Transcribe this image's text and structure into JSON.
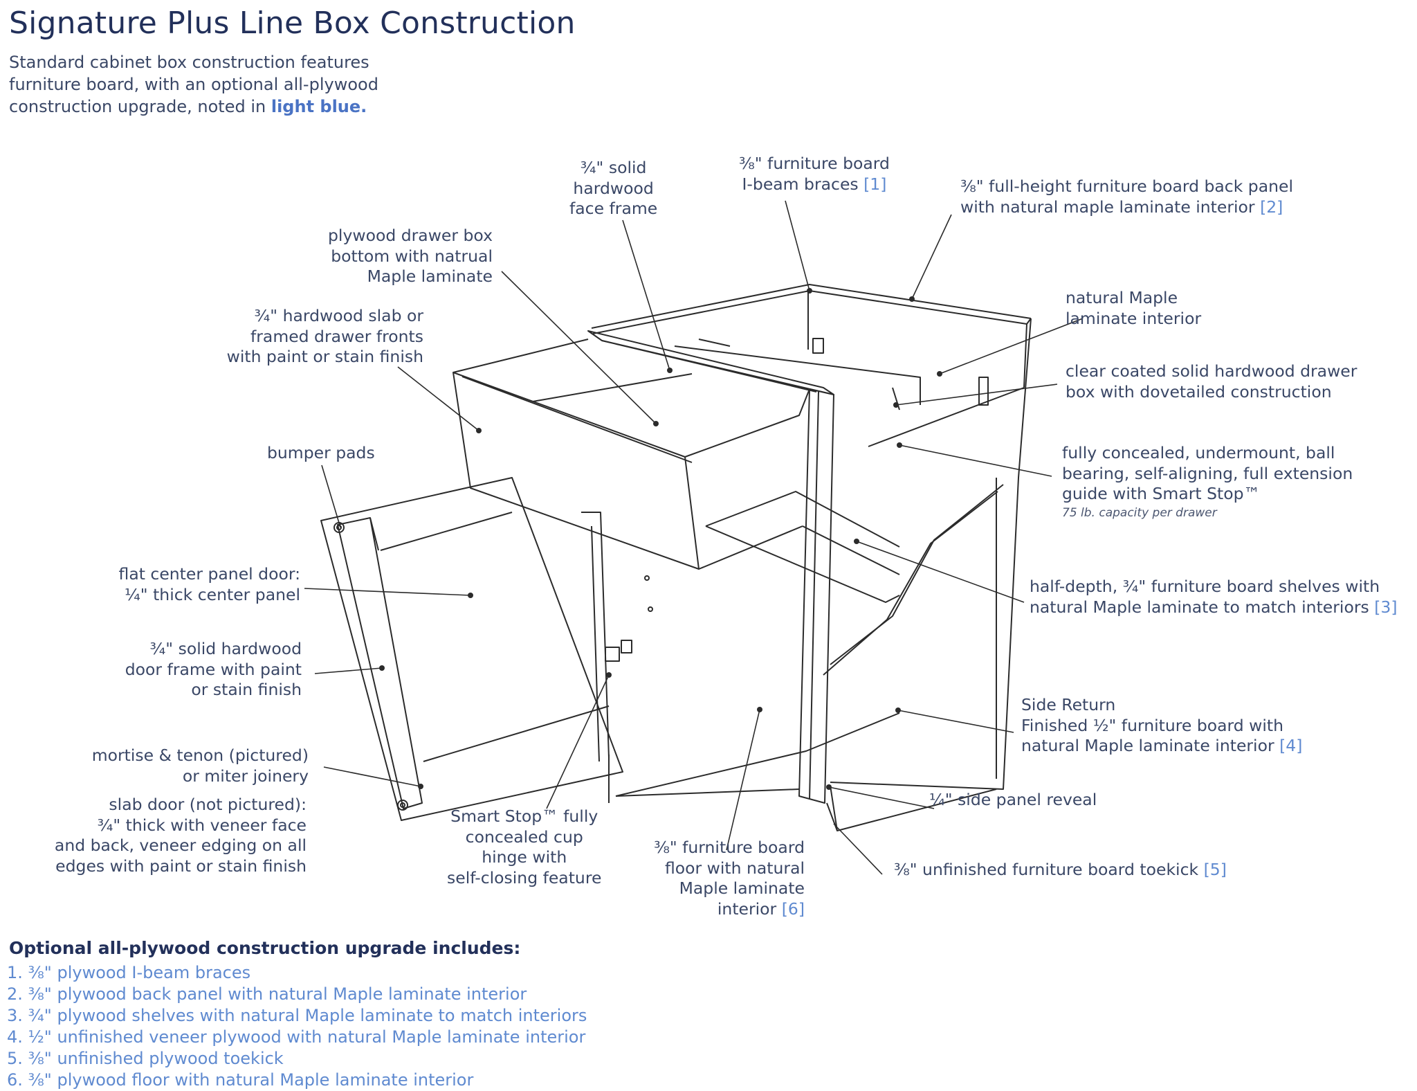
{
  "header": {
    "title": "Signature Plus Line Box Construction",
    "intro_line1": "Standard cabinet box construction features",
    "intro_line2": "furniture board, with an optional all-plywood",
    "intro_line3_prefix": "construction upgrade, noted in",
    "intro_highlight": "light blue."
  },
  "callouts": {
    "face_frame": [
      "¾\" solid",
      "hardwood",
      "face frame"
    ],
    "ibeam": {
      "lines": [
        "⅜\" furniture board",
        "I-beam braces"
      ],
      "ref": "[1]"
    },
    "back_panel": {
      "lines": [
        "⅜\" full-height furniture board back panel",
        "with natural maple laminate interior"
      ],
      "ref": "[2]"
    },
    "drawer_bottom": [
      "plywood drawer box",
      "bottom with natrual",
      "Maple laminate"
    ],
    "drawer_fronts": [
      "¾\" hardwood slab or",
      "framed drawer fronts",
      "with paint or stain finish"
    ],
    "maple_interior": [
      "natural Maple",
      "laminate interior"
    ],
    "drawer_box": [
      "clear coated solid hardwood drawer",
      "box with dovetailed construction"
    ],
    "bumper_pads": "bumper pads",
    "guides": {
      "lines": [
        "fully concealed, undermount, ball",
        "bearing, self-aligning, full extension",
        "guide with Smart Stop™"
      ],
      "note": "75 lb. capacity per drawer"
    },
    "center_panel": [
      "flat center panel door:",
      "¼\" thick center panel"
    ],
    "shelves": {
      "lines": [
        "half-depth, ¾\" furniture board shelves with",
        "natural Maple laminate to match interiors"
      ],
      "ref": "[3]"
    },
    "door_frame": [
      "¾\" solid hardwood",
      "door frame with paint",
      "or stain finish"
    ],
    "side_return": {
      "lines": [
        "Side Return",
        "Finished ½\" furniture board with",
        "natural Maple laminate interior"
      ],
      "ref": "[4]"
    },
    "joinery": [
      "mortise & tenon (pictured)",
      "or miter joinery"
    ],
    "side_reveal": "¼\" side panel reveal",
    "slab_door": [
      "slab door (not pictured):",
      "¾\" thick with veneer face",
      "and back, veneer edging on all",
      "edges with paint or stain finish"
    ],
    "hinge": [
      "Smart Stop™ fully",
      "concealed cup",
      "hinge with",
      "self-closing feature"
    ],
    "floor": {
      "lines": [
        "⅜\" furniture board",
        "floor with natural",
        "Maple laminate",
        "interior"
      ],
      "ref": "[6]"
    },
    "toekick": {
      "lines": [
        "⅜\" unfinished furniture board toekick"
      ],
      "ref": "[5]"
    }
  },
  "optional": {
    "title": "Optional all-plywood construction upgrade includes:",
    "items": [
      "1. ⅜\" plywood I-beam braces",
      "2. ⅜\" plywood back panel with natural Maple laminate interior",
      "3. ¾\" plywood shelves with natural Maple laminate to match interiors",
      "4. ½\" unfinished veneer plywood with natural Maple laminate interior",
      "5. ⅜\" unfinished plywood toekick",
      "6. ⅜\" plywood floor with natural Maple laminate interior"
    ]
  },
  "colors": {
    "title": "#22305a",
    "text": "#3a4766",
    "accent": "#5f8ad0",
    "line": "#2b2b2b"
  }
}
